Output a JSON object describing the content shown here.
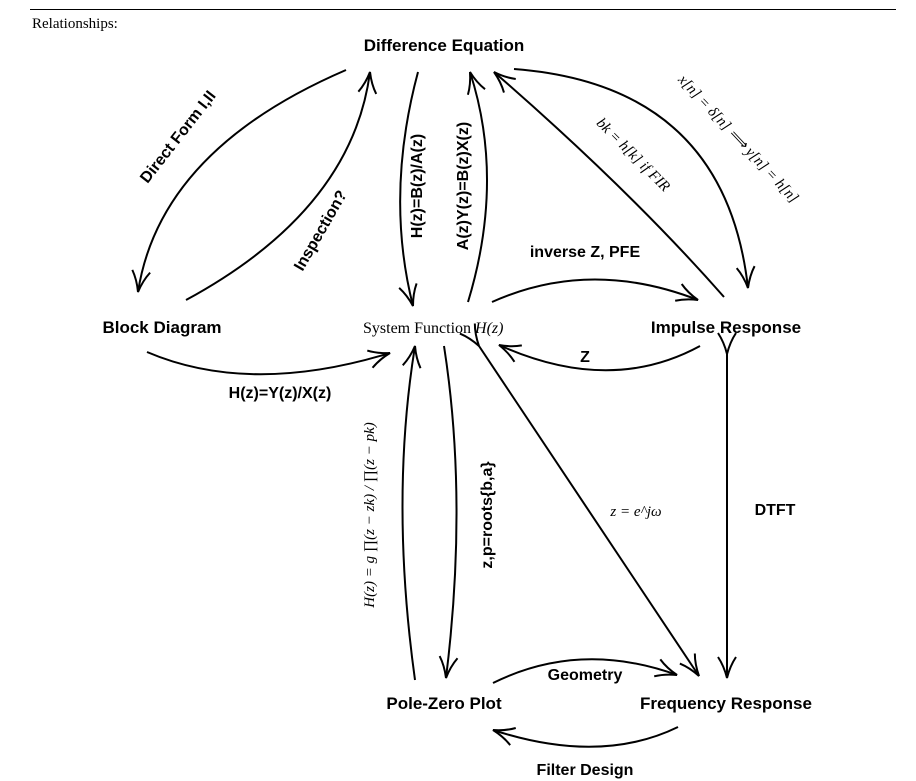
{
  "heading": "Relationships:",
  "nodes": {
    "difference_equation": "Difference Equation",
    "block_diagram": "Block Diagram",
    "system_function_prefix": "System Function ",
    "system_function_symbol": "H(z)",
    "impulse_response": "Impulse Response",
    "pole_zero_plot": "Pole-Zero Plot",
    "frequency_response": "Frequency Response"
  },
  "labels": {
    "direct_form": "Direct Form I,II",
    "inspection": "Inspection?",
    "h_b_over_a": "H(z)=B(z)/A(z)",
    "ay_bx": "A(z)Y(z)=B(z)X(z)",
    "bk_hk_fir": "bk = h[k] if FIR",
    "impulse_input": "x[n] = δ[n] ⟹ y[n] = h[n]",
    "inverse_z_pfe": "inverse Z, PFE",
    "z_transform": "Z",
    "h_y_over_x": "H(z)=Y(z)/X(z)",
    "pole_zero_formula": "H(z) = g ∏(z − zk) / ∏(z − pk)",
    "roots": "z,p=roots{b,a}",
    "z_ejw": "z = e^jω",
    "dtft": "DTFT",
    "geometry": "Geometry",
    "filter_design": "Filter Design"
  }
}
